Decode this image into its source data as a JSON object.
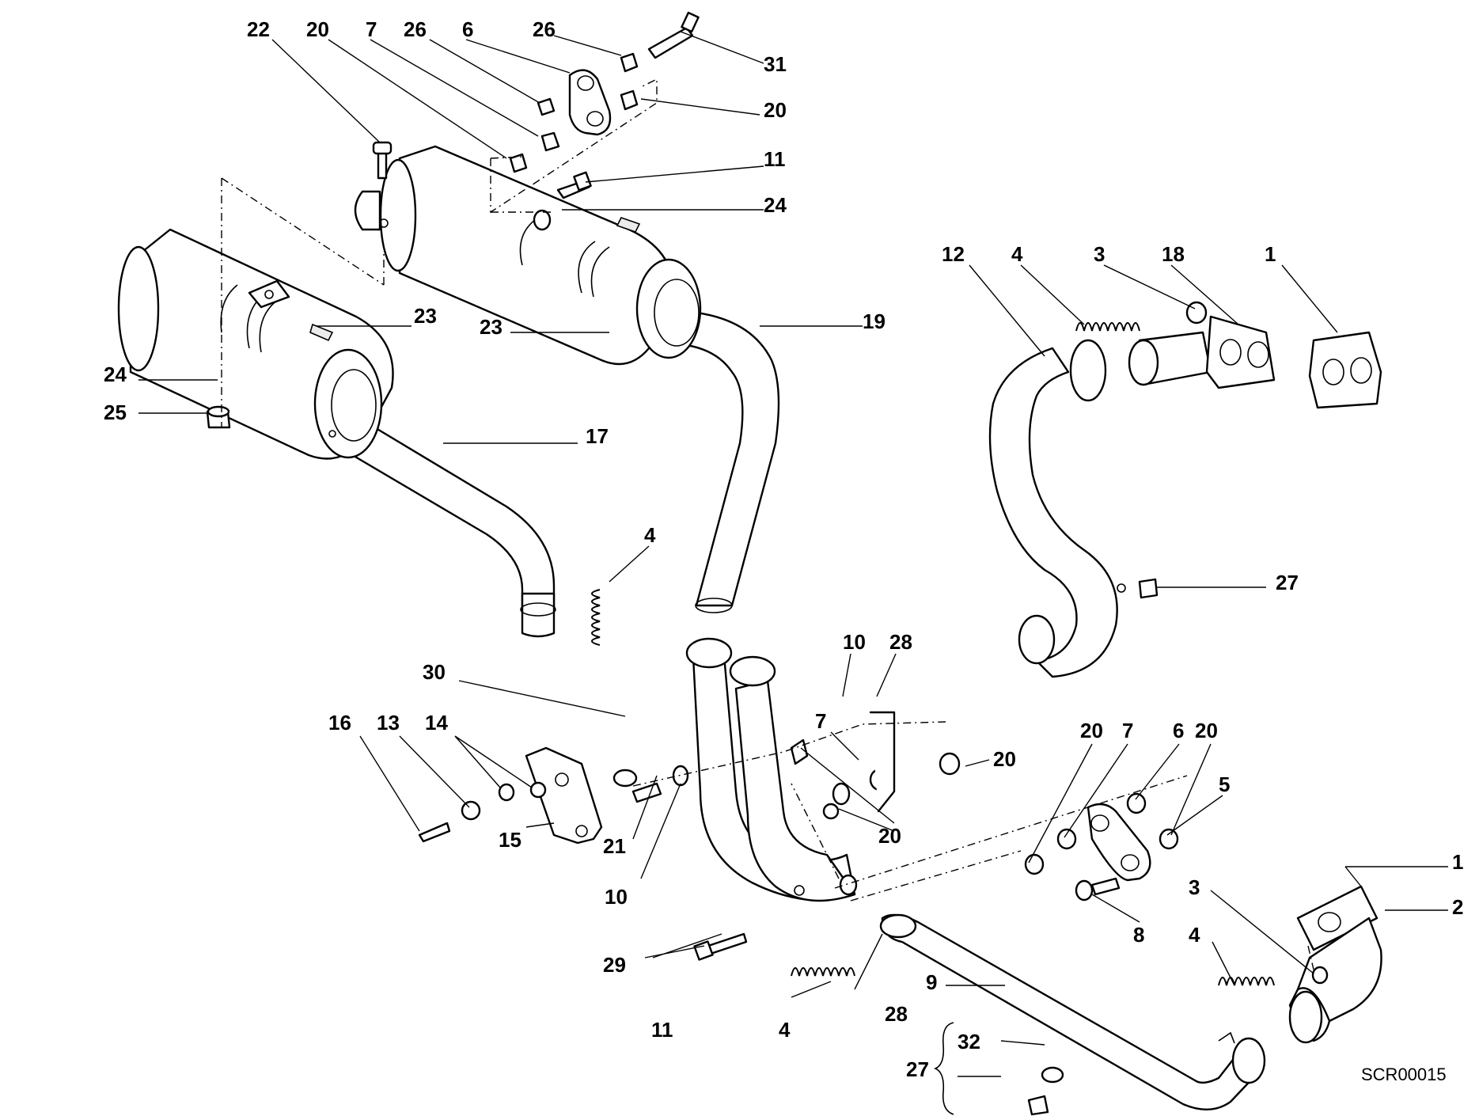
{
  "diagram": {
    "drawing_code": "SCR00015",
    "labels": [
      {
        "id": "l22a",
        "text": "22"
      },
      {
        "id": "l20a",
        "text": "20"
      },
      {
        "id": "l7a",
        "text": "7"
      },
      {
        "id": "l26a",
        "text": "26"
      },
      {
        "id": "l6a",
        "text": "6"
      },
      {
        "id": "l26b",
        "text": "26"
      },
      {
        "id": "l31",
        "text": "31"
      },
      {
        "id": "l20b",
        "text": "20"
      },
      {
        "id": "l11a",
        "text": "11"
      },
      {
        "id": "l24a",
        "text": "24"
      },
      {
        "id": "l23a",
        "text": "23"
      },
      {
        "id": "l23b",
        "text": "23"
      },
      {
        "id": "l19",
        "text": "19"
      },
      {
        "id": "l24b",
        "text": "24"
      },
      {
        "id": "l25",
        "text": "25"
      },
      {
        "id": "l17",
        "text": "17"
      },
      {
        "id": "l4a",
        "text": "4"
      },
      {
        "id": "l12",
        "text": "12"
      },
      {
        "id": "l4b",
        "text": "4"
      },
      {
        "id": "l3a",
        "text": "3"
      },
      {
        "id": "l18",
        "text": "18"
      },
      {
        "id": "l1a",
        "text": "1"
      },
      {
        "id": "l27a",
        "text": "27"
      },
      {
        "id": "l10a",
        "text": "10"
      },
      {
        "id": "l28a",
        "text": "28"
      },
      {
        "id": "l30",
        "text": "30"
      },
      {
        "id": "l16",
        "text": "16"
      },
      {
        "id": "l13",
        "text": "13"
      },
      {
        "id": "l14",
        "text": "14"
      },
      {
        "id": "l7b",
        "text": "7"
      },
      {
        "id": "l20c",
        "text": "20"
      },
      {
        "id": "l20d",
        "text": "20"
      },
      {
        "id": "l7c",
        "text": "7"
      },
      {
        "id": "l6b",
        "text": "6"
      },
      {
        "id": "l20e",
        "text": "20"
      },
      {
        "id": "l5",
        "text": "5"
      },
      {
        "id": "l15",
        "text": "15"
      },
      {
        "id": "l21",
        "text": "21"
      },
      {
        "id": "l20f",
        "text": "20"
      },
      {
        "id": "l10b",
        "text": "10"
      },
      {
        "id": "l1b",
        "text": "1"
      },
      {
        "id": "l3b",
        "text": "3"
      },
      {
        "id": "l2",
        "text": "2"
      },
      {
        "id": "l8",
        "text": "8"
      },
      {
        "id": "l4c",
        "text": "4"
      },
      {
        "id": "l29",
        "text": "29"
      },
      {
        "id": "l11b",
        "text": "11"
      },
      {
        "id": "l4d",
        "text": "4"
      },
      {
        "id": "l28b",
        "text": "28"
      },
      {
        "id": "l9",
        "text": "9"
      },
      {
        "id": "l32",
        "text": "32"
      },
      {
        "id": "l27b",
        "text": "27"
      }
    ]
  }
}
